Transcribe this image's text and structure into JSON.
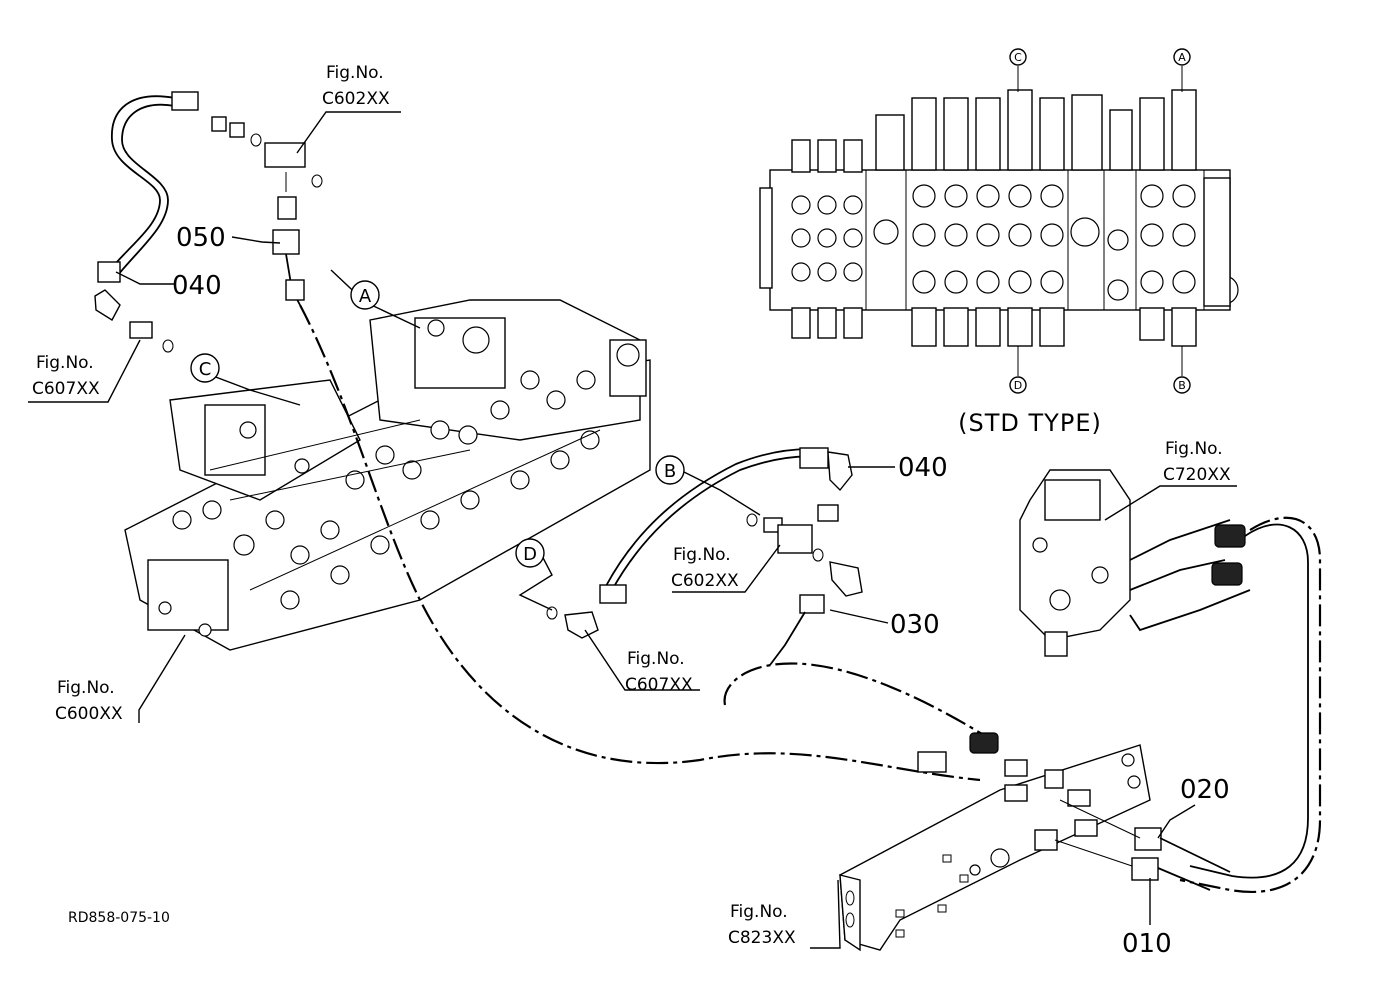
{
  "document_id": "RD858-075-10",
  "std_type_caption": "(STD TYPE)",
  "fig_prefix": "Fig.No.",
  "fig_refs": {
    "c602_top": "C602XX",
    "c607_left": "C607XX",
    "c600": "C600XX",
    "c602_mid": "C602XX",
    "c607_mid": "C607XX",
    "c720": "C720XX",
    "c823": "C823XX"
  },
  "part_numbers": {
    "p050": "050",
    "p040_left": "040",
    "p040_right": "040",
    "p030": "030",
    "p020": "020",
    "p010": "010"
  },
  "port_markers": {
    "a": "A",
    "b": "B",
    "c": "C",
    "d": "D"
  },
  "inset_markers": {
    "c_top": "C",
    "a_top": "A",
    "d_bottom": "D",
    "b_bottom": "B"
  }
}
